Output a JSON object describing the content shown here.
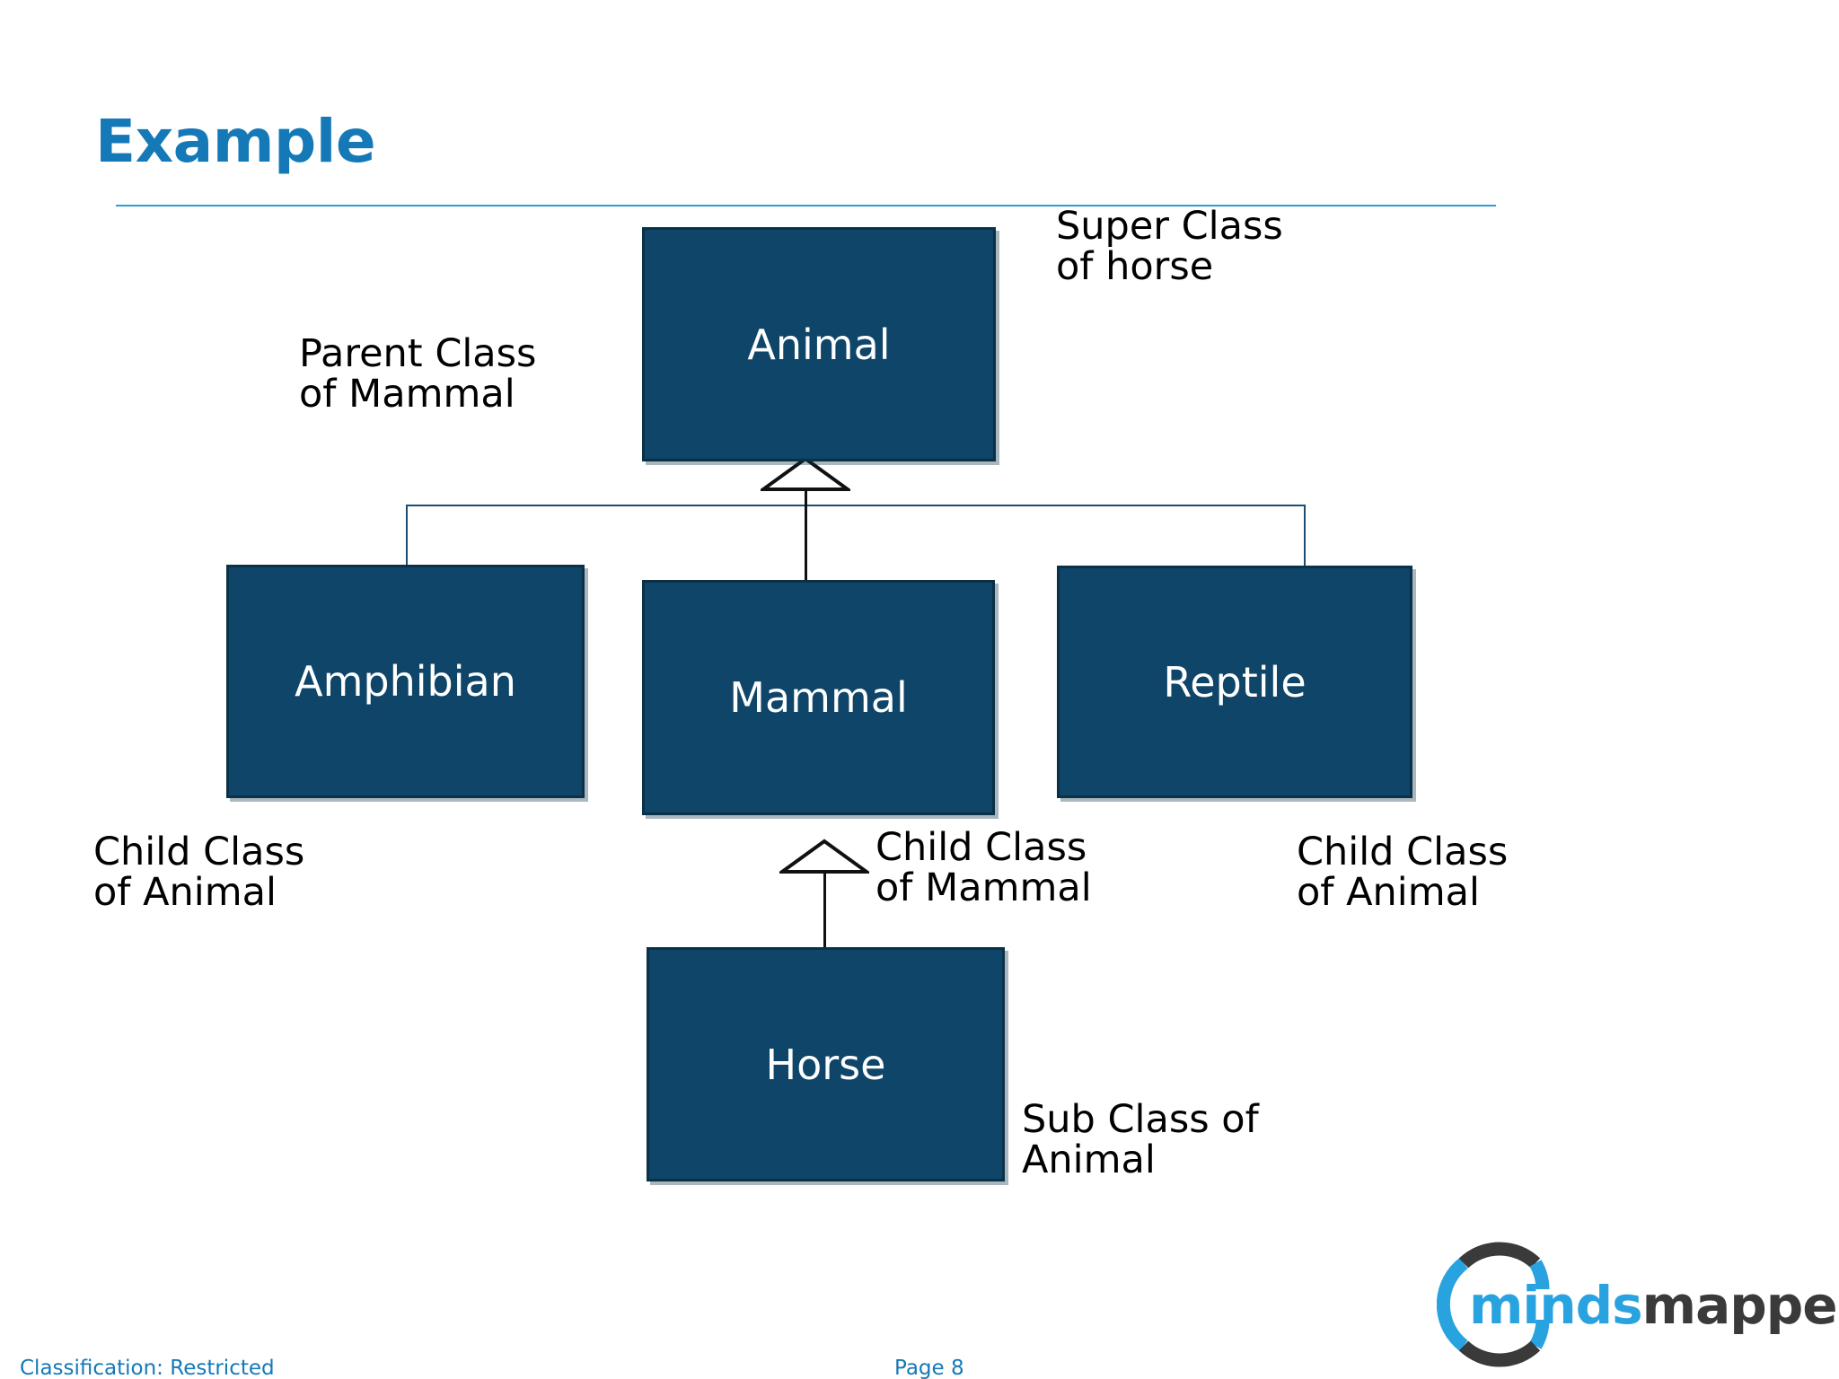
{
  "slide": {
    "title": "Example",
    "footer": {
      "classification": "Classification:  Restricted",
      "page": "Page 8"
    },
    "logo": {
      "word_part_1": "minds",
      "word_part_2": "mapped",
      "ring_icon": "circle-ring-icon"
    }
  },
  "colors": {
    "title_blue": "#1579b8",
    "rule_blue": "#2f9cd4",
    "box_fill": "#0e4568",
    "box_border": "#0a3148",
    "box_text": "#ffffff",
    "connector": "#1b4f72",
    "connector_black": "#111111",
    "annotation_text": "#000000",
    "footer_blue": "#1579b8",
    "logo_blue": "#29a3e0",
    "logo_gray": "#3a3a3a"
  },
  "chart_data": {
    "type": "diagram",
    "diagram_kind": "uml-class-inheritance",
    "title": "Example",
    "nodes": [
      {
        "id": "animal",
        "label": "Animal",
        "level": 0
      },
      {
        "id": "amphibian",
        "label": "Amphibian",
        "level": 1
      },
      {
        "id": "mammal",
        "label": "Mammal",
        "level": 1
      },
      {
        "id": "reptile",
        "label": "Reptile",
        "level": 1
      },
      {
        "id": "horse",
        "label": "Horse",
        "level": 2
      }
    ],
    "edges": [
      {
        "from": "amphibian",
        "to": "animal",
        "type": "generalization"
      },
      {
        "from": "mammal",
        "to": "animal",
        "type": "generalization"
      },
      {
        "from": "reptile",
        "to": "animal",
        "type": "generalization"
      },
      {
        "from": "horse",
        "to": "mammal",
        "type": "generalization"
      }
    ]
  },
  "boxes": {
    "animal": "Animal",
    "amphibian": "Amphibian",
    "mammal": "Mammal",
    "reptile": "Reptile",
    "horse": "Horse"
  },
  "annotations": {
    "super_class_of_horse": "Super Class\nof horse",
    "parent_class_of_mammal": "Parent Class\nof Mammal",
    "child_class_of_animal_left": "Child Class\nof Animal",
    "child_class_of_mammal": "Child Class\nof Mammal",
    "child_class_of_animal_right": "Child Class\nof Animal",
    "sub_class_of_animal": "Sub Class of\nAnimal"
  }
}
